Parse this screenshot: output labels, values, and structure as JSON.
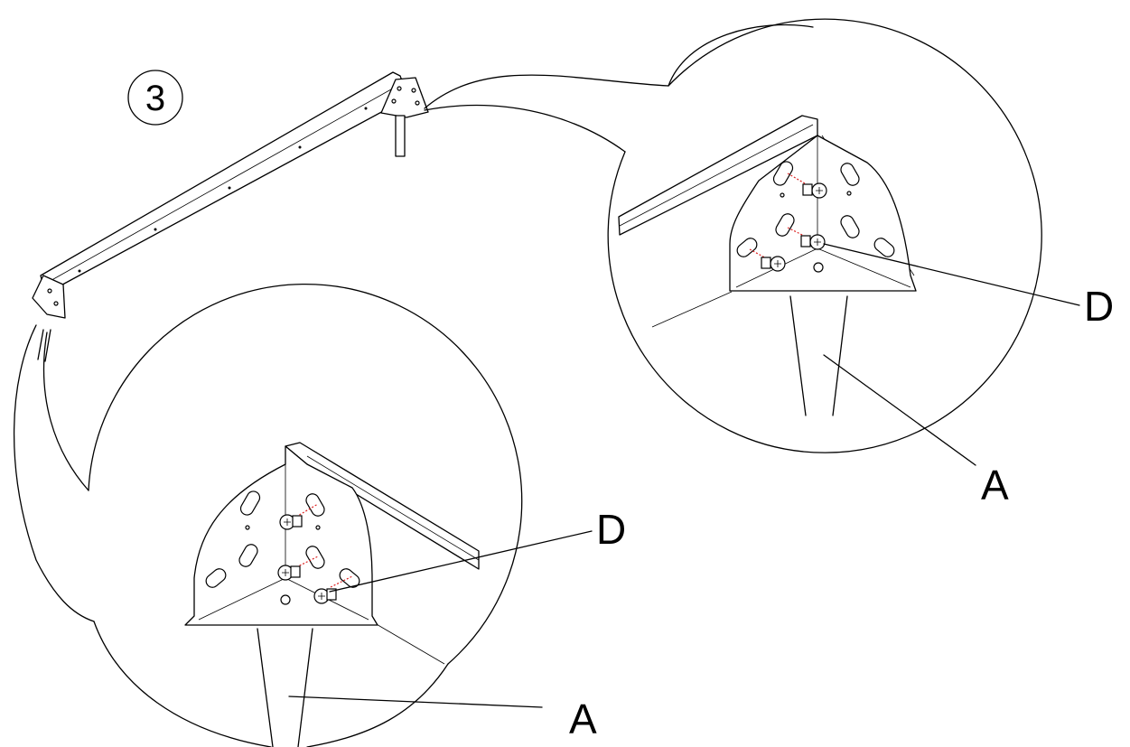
{
  "step": {
    "number": "3"
  },
  "labels": {
    "top_right_screw": "D",
    "top_right_leg": "A",
    "bottom_left_screw": "D",
    "bottom_left_leg": "A"
  },
  "colors": {
    "line": "#000000",
    "alignment_marks": "#dd2222",
    "background": "#ffffff"
  }
}
